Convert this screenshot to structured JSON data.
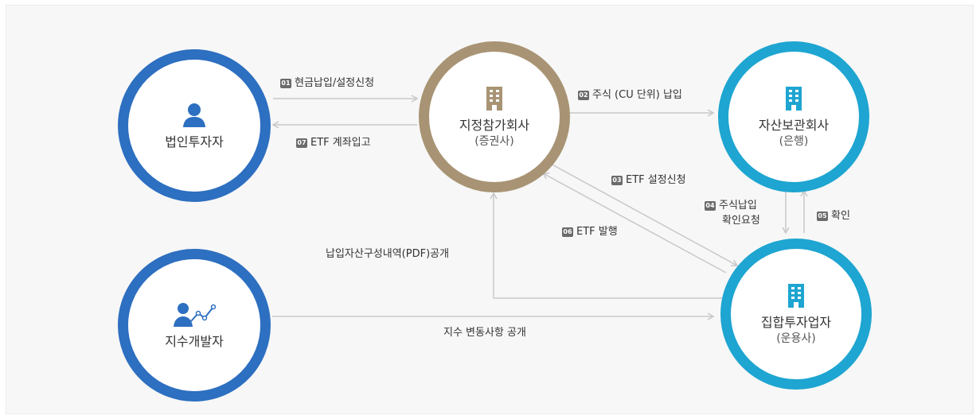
{
  "nodes": {
    "corporate_investor": {
      "name": "법인투자자"
    },
    "participant": {
      "name": "지정참가회사",
      "sub": "(증권사)"
    },
    "custodian": {
      "name": "자산보관회사",
      "sub": "(은행)"
    },
    "index_developer": {
      "name": "지수개발자"
    },
    "asset_manager": {
      "name": "집합투자업자",
      "sub": "(운용사)"
    }
  },
  "flows": {
    "f01": {
      "num": "01",
      "label": "현금납입/설정신청"
    },
    "f07": {
      "num": "07",
      "label": "ETF 계좌입고"
    },
    "f02": {
      "num": "02",
      "label": "주식 (CU 단위) 납입"
    },
    "f03": {
      "num": "03",
      "label": "ETF 설정신청"
    },
    "f04": {
      "num": "04",
      "label_line1": "주식납입",
      "label_line2": "확인요청"
    },
    "f05": {
      "num": "05",
      "label": "확인"
    },
    "f06": {
      "num": "06",
      "label": "ETF 발행"
    },
    "pdf": {
      "label": "납입자산구성내역(PDF)공개"
    },
    "index": {
      "label": "지수 변동사항 공개"
    }
  },
  "colors": {
    "blue_ring": "#2d6fc0",
    "gold_ring": "#a89474",
    "cyan_ring": "#1ea5d1",
    "arrow": "#c8c8c8",
    "badge": "#6b6b6b"
  },
  "icons": {
    "corporate_investor": "person-icon",
    "participant": "building-icon",
    "custodian": "building-icon",
    "index_developer": "person-chart-icon",
    "asset_manager": "building-icon"
  }
}
